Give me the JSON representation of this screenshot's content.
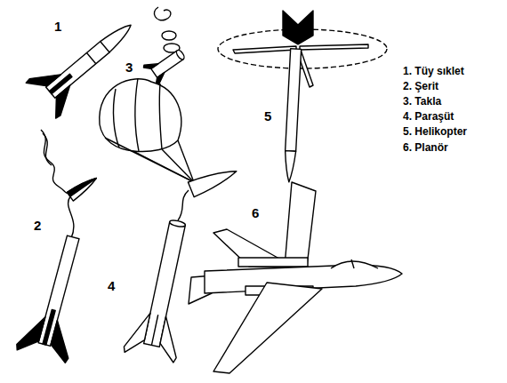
{
  "diagram": {
    "labels": [
      "1",
      "2",
      "3",
      "4",
      "5",
      "6",
      "1. Tüy sıklet",
      "2. Şerit",
      "3. Takla",
      "4. Paraşüt",
      "5. Helikopter",
      "6. Planör"
    ]
  }
}
